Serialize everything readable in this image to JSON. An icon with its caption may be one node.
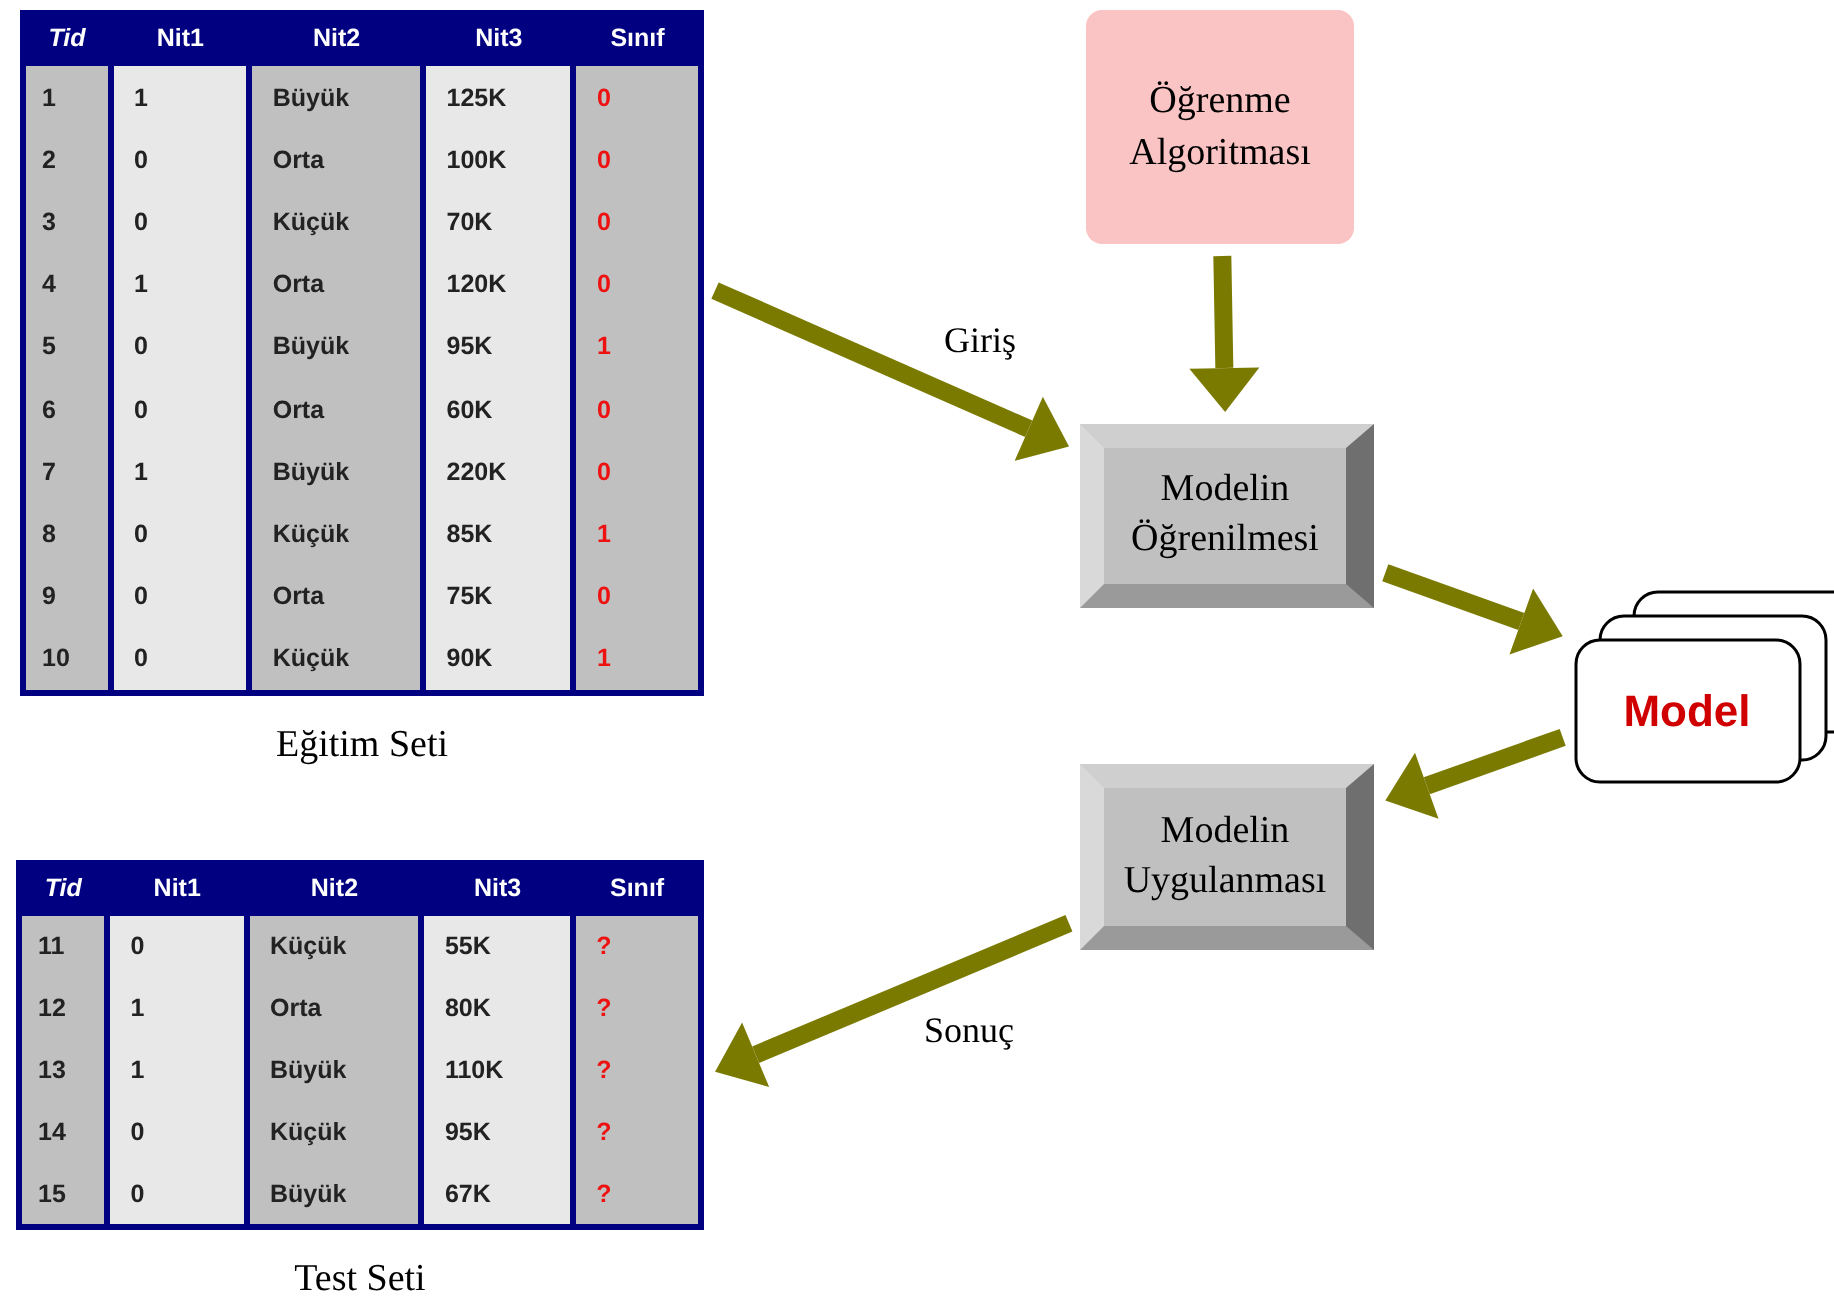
{
  "diagram": {
    "nodes": [
      {
        "text": [
          "Tid",
          "Nit1",
          "Nit2",
          "Nit3",
          "Sınıf",
          "1",
          "1",
          "Büyük",
          "125K",
          "0",
          "2",
          "0",
          "Orta",
          "100K",
          "0",
          "3",
          "0",
          "Küçük",
          "70K",
          "0",
          "4",
          "1",
          "Orta",
          "120K",
          "0",
          "5",
          "0",
          "Büyük",
          "95K",
          "1",
          "6",
          "0",
          "Orta",
          "60K",
          "0",
          "7",
          "1",
          "Büyük",
          "220K",
          "0",
          "8",
          "0",
          "Küçük",
          "85K",
          "1",
          "9",
          "0",
          "Orta",
          "75K",
          "0",
          "10",
          "0",
          "Küçük",
          "90K",
          "1"
        ],
        "beside": [
          "Eğitim Seti"
        ]
      },
      {
        "text": [
          "Öğrenme Algoritması"
        ]
      },
      {
        "text": [
          "Modelin Öğrenilmesi"
        ]
      },
      {
        "text": [
          "Model"
        ]
      },
      {
        "text": [
          "Modelin Uygulanması"
        ]
      },
      {
        "text": [
          "Tid",
          "Nit1",
          "Nit2",
          "Nit3",
          "Sınıf",
          "11",
          "0",
          "Küçük",
          "55K",
          "?",
          "12",
          "1",
          "Orta",
          "80K",
          "?",
          "13",
          "1",
          "Büyük",
          "110K",
          "?",
          "14",
          "0",
          "Küçük",
          "95K",
          "?",
          "15",
          "0",
          "Büyük",
          "67K",
          "?"
        ],
        "beside": [
          "Test Seti"
        ]
      }
    ],
    "edges": [
      {
        "from": 0,
        "to": 2,
        "arrow": "to",
        "label": "Giriş"
      },
      {
        "from": 1,
        "to": 2,
        "arrow": "to"
      },
      {
        "from": 2,
        "to": 3,
        "arrow": "to"
      },
      {
        "from": 3,
        "to": 4,
        "arrow": "to"
      },
      {
        "from": 4,
        "to": 5,
        "arrow": "to",
        "label": "Sonuç"
      }
    ]
  }
}
